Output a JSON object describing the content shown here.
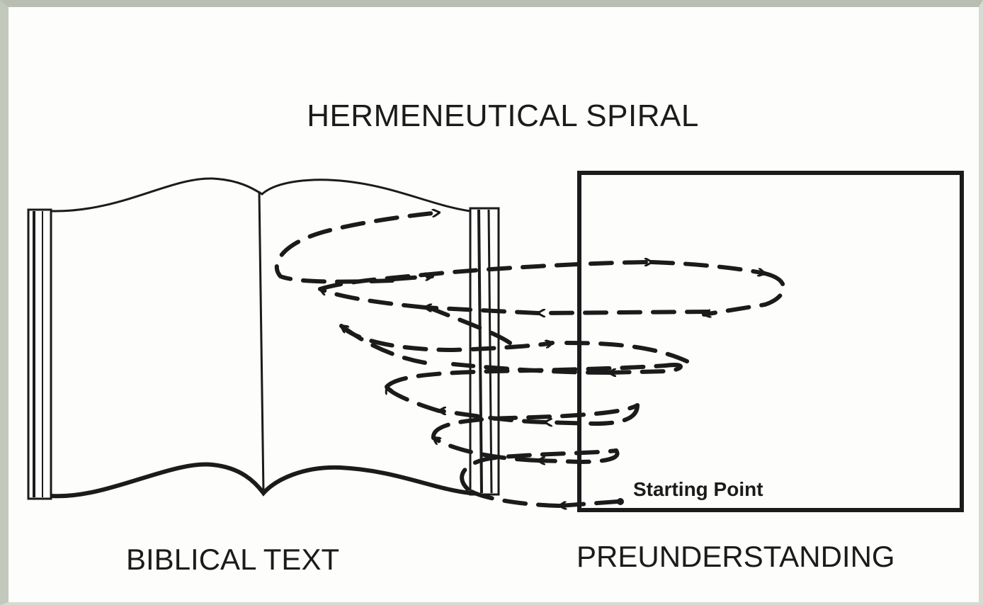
{
  "diagram": {
    "title": "HERMENEUTICAL SPIRAL",
    "left_label": "BIBLICAL TEXT",
    "right_label": "PREUNDERSTANDING",
    "start_label": "Starting Point"
  },
  "colors": {
    "ink": "#1b1b1b",
    "paper": "#fdfdfb",
    "frame": "#c3c8bc"
  }
}
